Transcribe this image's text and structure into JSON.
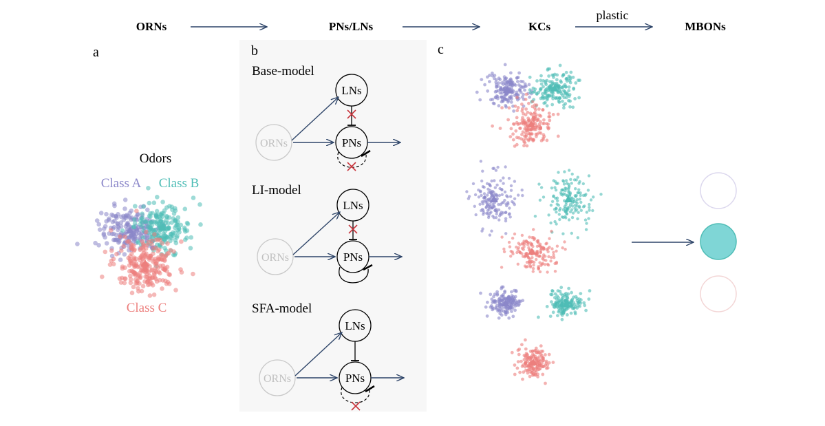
{
  "header": {
    "stage_orns": "ORNs",
    "stage_pns_lns": "PNs/LNs",
    "stage_kcs": "KCs",
    "stage_mbons": "MBONs",
    "plastic_label": "plastic"
  },
  "panels": {
    "a": {
      "letter": "a",
      "title": "Odors",
      "class_a": "Class A",
      "class_b": "Class B",
      "class_c": "Class C"
    },
    "b": {
      "letter": "b",
      "models": [
        {
          "name": "Base-model",
          "orns": "ORNs",
          "lns": "LNs",
          "pns": "PNs"
        },
        {
          "name": "LI-model",
          "orns": "ORNs",
          "lns": "LNs",
          "pns": "PNs"
        },
        {
          "name": "SFA-model",
          "orns": "ORNs",
          "lns": "LNs",
          "pns": "PNs"
        }
      ]
    },
    "c": {
      "letter": "c"
    }
  },
  "colors": {
    "class_a": "#8b87c9",
    "class_b": "#4fbdb6",
    "class_c": "#ec7f7d",
    "arrow": "#2d4468",
    "inhibition_cross": "#c8323a",
    "panel_b_bg": "#f7f7f7",
    "faded_node": "#c8c8c8",
    "mbon_active": "#7fd6d6"
  },
  "mbons": {
    "states": [
      "inactive",
      "active",
      "inactive"
    ],
    "active_class": "B"
  }
}
